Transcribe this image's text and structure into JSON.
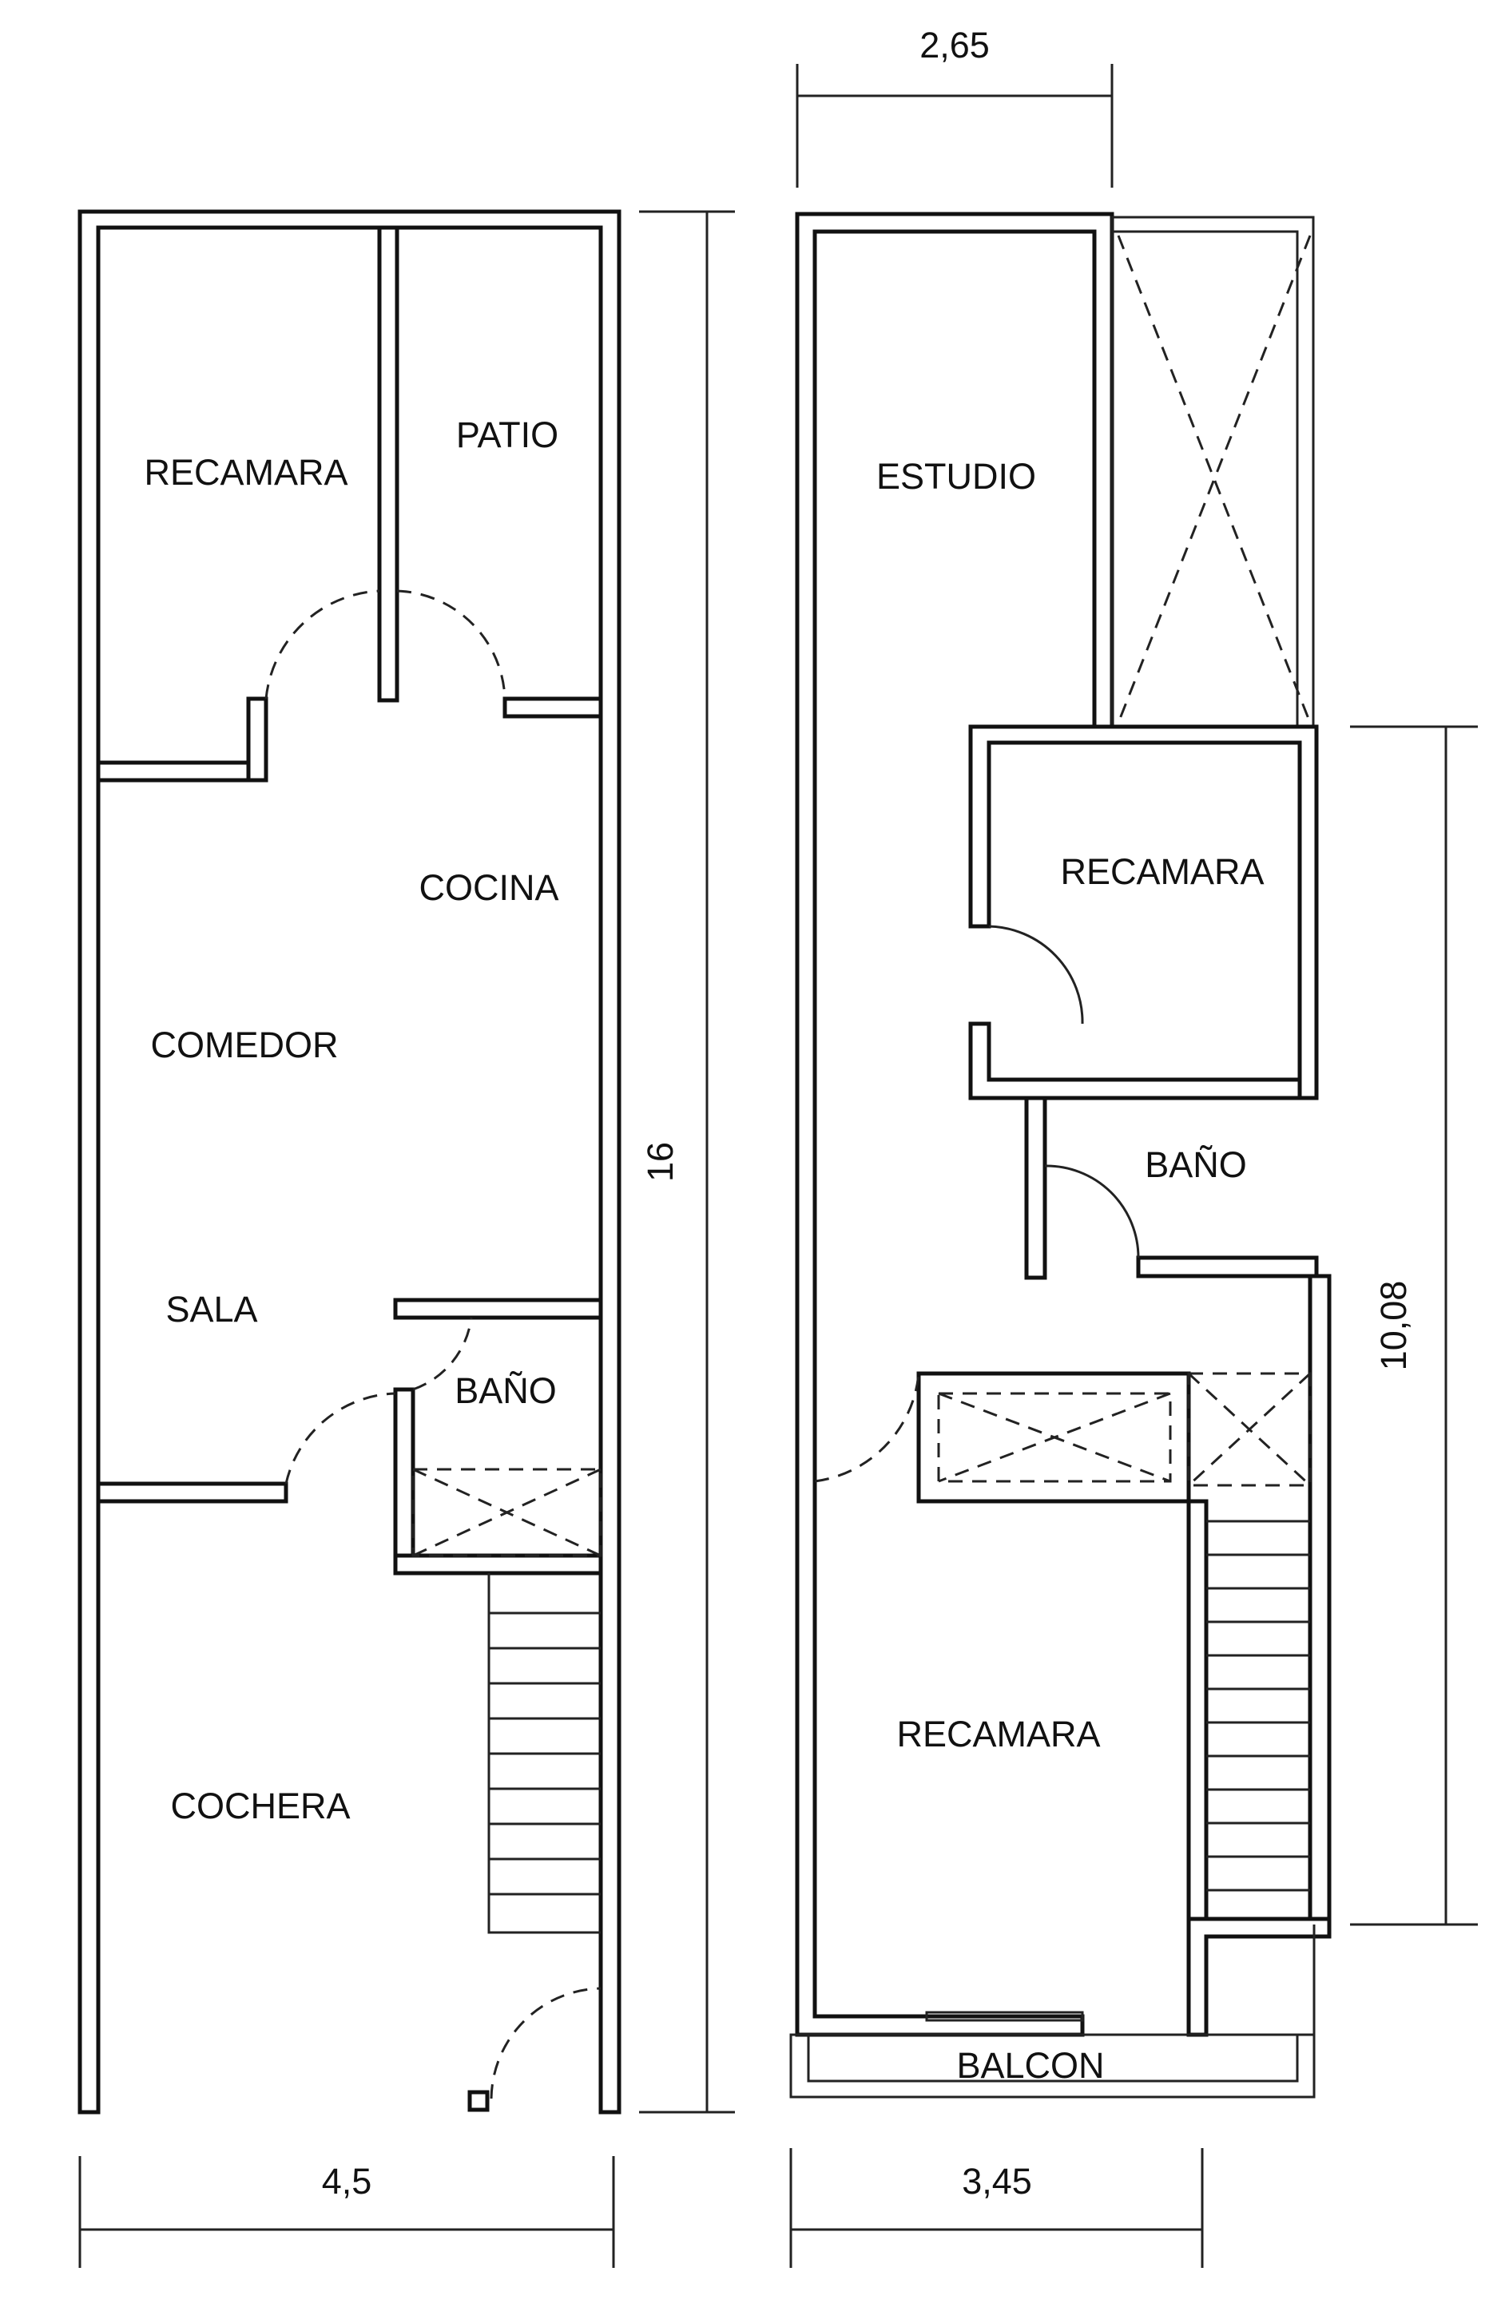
{
  "ground_floor": {
    "rooms": {
      "recamara": "RECAMARA",
      "patio": "PATIO",
      "cocina": "COCINA",
      "comedor": "COMEDOR",
      "sala": "SALA",
      "bano": "BAÑO",
      "cochera": "COCHERA"
    },
    "dimensions": {
      "width": "4,5",
      "length": "16"
    }
  },
  "upper_floor": {
    "rooms": {
      "estudio": "ESTUDIO",
      "recamara_1": "RECAMARA",
      "bano": "BAÑO",
      "recamara_2": "RECAMARA",
      "balcon": "BALCON"
    },
    "dimensions": {
      "top_width": "2,65",
      "width": "3,45",
      "length": "10,08"
    }
  }
}
